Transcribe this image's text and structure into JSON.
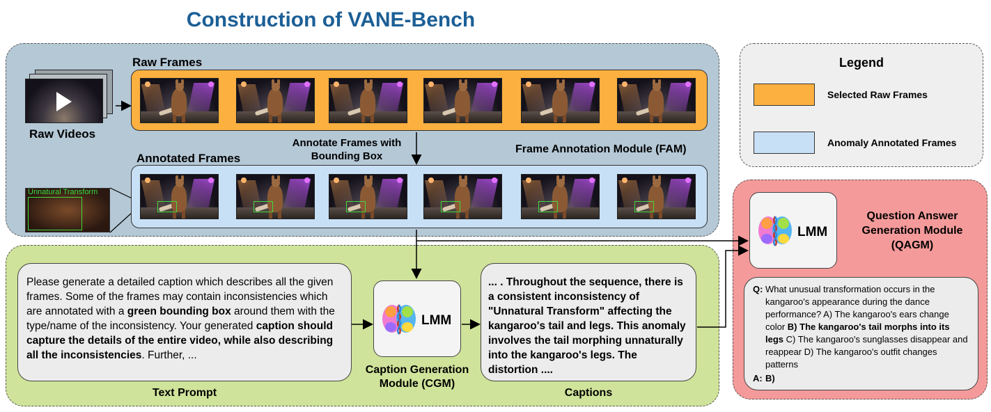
{
  "title": "Construction of VANE-Bench",
  "fam": {
    "raw_frames_label": "Raw Frames",
    "raw_videos_label": "Raw Videos",
    "annotate_step_line1": "Annotate Frames with",
    "annotate_step_line2": "Bounding Box",
    "module_name": "Frame Annotation Module (FAM)",
    "annotated_frames_label": "Annotated Frames",
    "zoom_label": "Unnatural Transform"
  },
  "legend": {
    "title": "Legend",
    "items": [
      {
        "label": "Selected Raw Frames",
        "color": "#fbb040"
      },
      {
        "label": "Anomaly Annotated Frames",
        "color": "#c8e0f6"
      }
    ]
  },
  "cgm": {
    "prompt_parts": [
      {
        "t": "Please generate a detailed caption which describes all the given frames. Some of the frames may contain inconsistencies which are annotated with a ",
        "b": false
      },
      {
        "t": "green bounding box",
        "b": true
      },
      {
        "t": " around them with the type/name of the inconsistency. Your generated ",
        "b": false
      },
      {
        "t": "caption should capture the details of the entire video, while also describing all the inconsistencies",
        "b": true
      },
      {
        "t": ". Further, ...",
        "b": false
      }
    ],
    "text_prompt_label": "Text Prompt",
    "lmm_label": "LMM",
    "module_line1": "Caption Generation",
    "module_line2": "Module (CGM)",
    "caption_text": "... . Throughout the sequence, there is a consistent inconsistency of \"Unnatural Transform\" affecting the kangaroo's tail and legs. This anomaly involves the tail morphing unnaturally into the kangaroo's legs. The distortion ....",
    "captions_label": "Captions"
  },
  "qagm": {
    "lmm_label": "LMM",
    "module_line1": "Question Answer",
    "module_line2": "Generation Module",
    "module_line3": "(QAGM)",
    "q_prefix": "Q:",
    "question_parts": [
      {
        "t": "What unusual transformation occurs in the kangaroo's appearance during the dance performance? A) The kangaroo's ears change color ",
        "b": false
      },
      {
        "t": "B) The kangaroo's tail morphs into its legs",
        "b": true
      },
      {
        "t": " C) The kangaroo's sunglasses disappear and reappear D) The kangaroo's outfit changes patterns",
        "b": false
      }
    ],
    "a_prefix": "A:",
    "answer": "B)"
  }
}
